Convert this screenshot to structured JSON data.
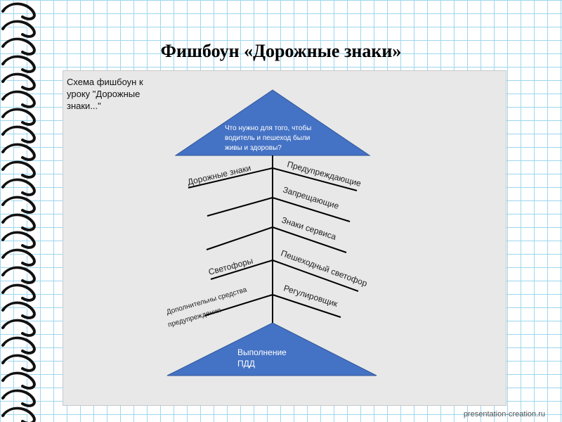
{
  "title": "Фишбоун «Дорожные знаки»",
  "caption": "Схема фишбоун к уроку \"Дорожные знаки...\"",
  "head": {
    "line1": "Что нужно для того, чтобы",
    "line2": "водитель и пешеход были",
    "line3": "живы и здоровы?"
  },
  "tail": {
    "line1": "Выполнение",
    "line2": "ПДД"
  },
  "left_bones": {
    "b1": "Дорожные знаки",
    "b2": "",
    "b3": "",
    "b4": "Светофоры",
    "b5_line1": "Дополнительны средства",
    "b5_line2": "предупреждения"
  },
  "right_bones": {
    "b1": "Предупреждающие",
    "b2": "Запрещающие",
    "b3": "Знаки сервиса",
    "b4": "Пешеходный светофор",
    "b5": "Регулировщик"
  },
  "footer": "presentation-creation.ru",
  "colors": {
    "triangle_fill": "#4472c4",
    "triangle_stroke": "#2f5597",
    "bone_stroke": "#000000",
    "panel_bg": "#e8e8e8"
  },
  "decor": {
    "left_edge": "notebook-spiral"
  }
}
